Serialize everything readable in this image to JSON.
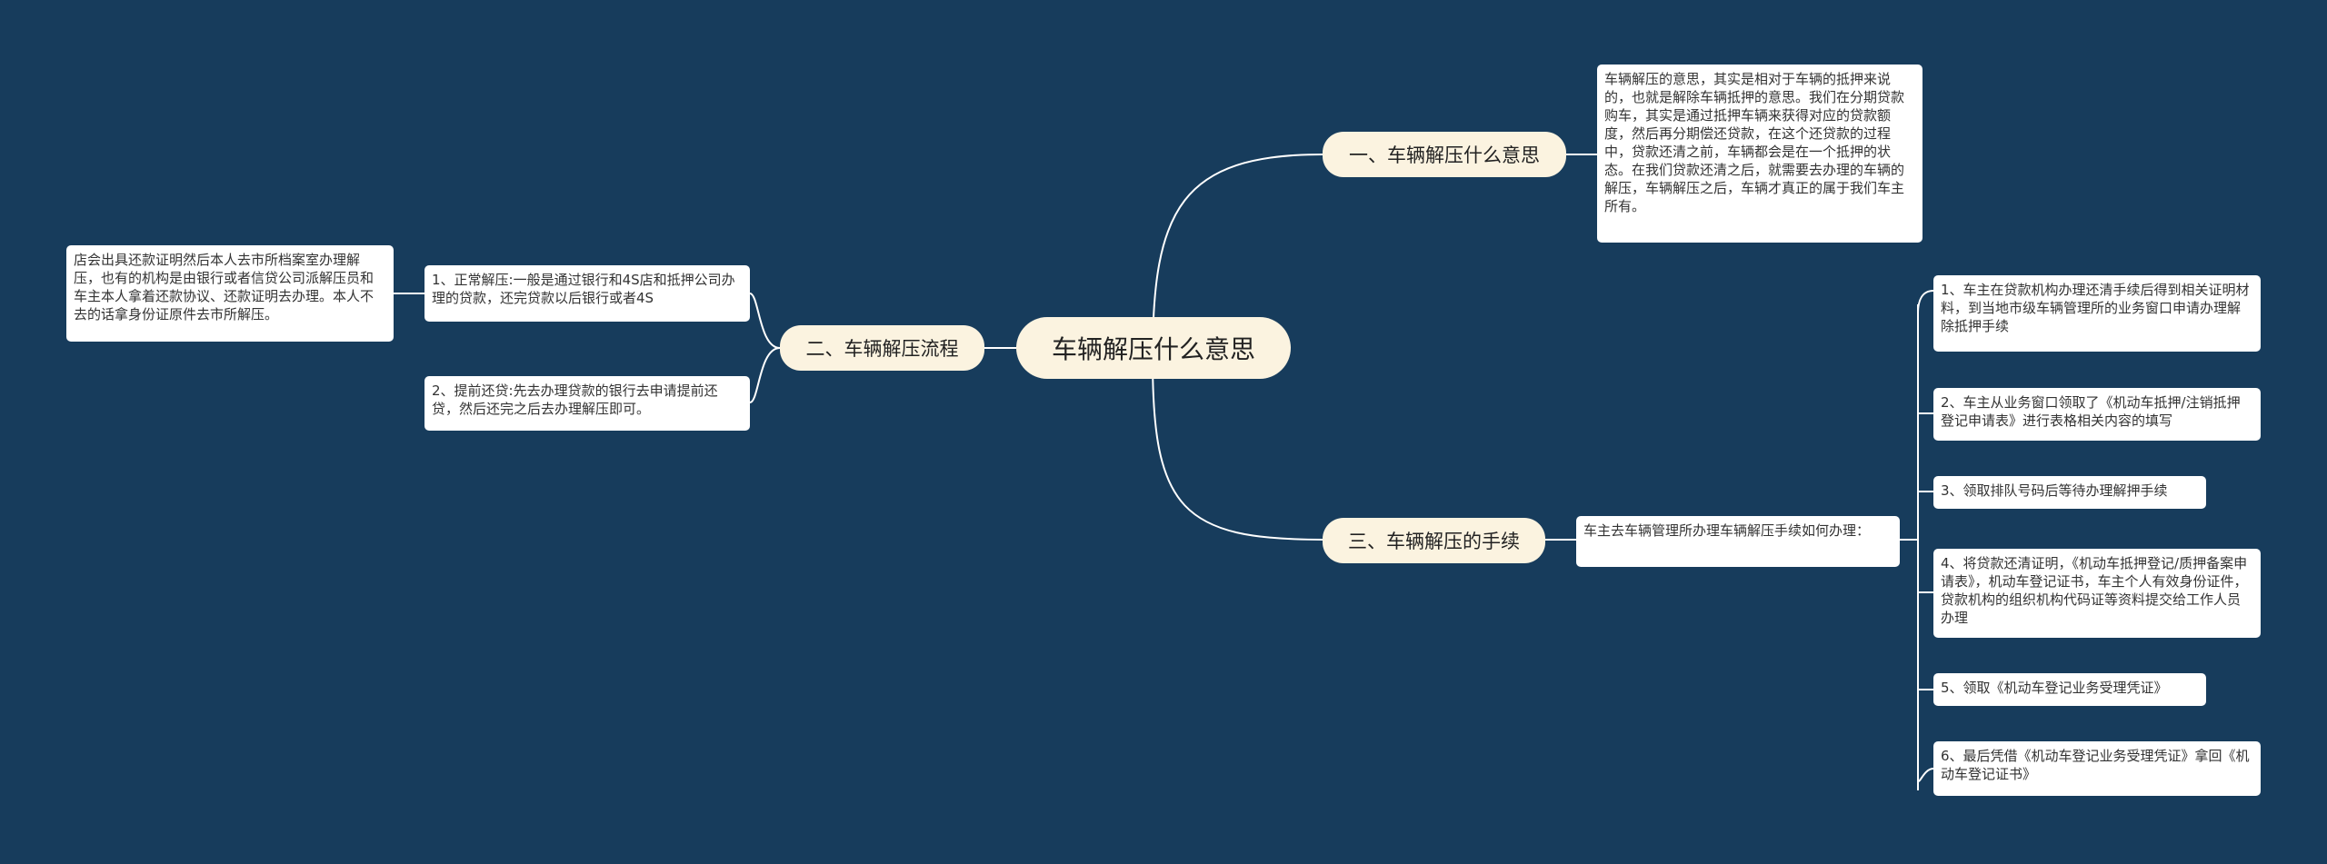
{
  "root": {
    "label": "车辆解压什么意思"
  },
  "branches": [
    {
      "label": "一、车辆解压什么意思",
      "children": [
        {
          "text": "车辆解压的意思，其实是相对于车辆的抵押来说的，也就是解除车辆抵押的意思。我们在分期贷款购车，其实是通过抵押车辆来获得对应的贷款额度，然后再分期偿还贷款，在这个还贷款的过程中，贷款还清之前，车辆都会是在一个抵押的状态。在我们贷款还清之后，就需要去办理的车辆的解压，车辆解压之后，车辆才真正的属于我们车主所有。"
        }
      ]
    },
    {
      "label": "二、车辆解压流程",
      "children": [
        {
          "text": "1、正常解压:一般是通过银行和4S店和抵押公司办理的贷款，还完贷款以后银行或者4S",
          "children": [
            {
              "text": "店会出具还款证明然后本人去市所档案室办理解压，也有的机构是由银行或者信贷公司派解压员和车主本人拿着还款协议、还款证明去办理。本人不去的话拿身份证原件去市所解压。"
            }
          ]
        },
        {
          "text": "2、提前还贷:先去办理贷款的银行去申请提前还贷，然后还完之后去办理解压即可。"
        }
      ]
    },
    {
      "label": "三、车辆解压的手续",
      "children": [
        {
          "text": "车主去车辆管理所办理车辆解压手续如何办理：",
          "children": [
            {
              "text": "1、车主在贷款机构办理还清手续后得到相关证明材料，到当地市级车辆管理所的业务窗口申请办理解除抵押手续"
            },
            {
              "text": "2、车主从业务窗口领取了《机动车抵押/注销抵押登记申请表》进行表格相关内容的填写"
            },
            {
              "text": "3、领取排队号码后等待办理解押手续"
            },
            {
              "text": "4、将贷款还清证明，《机动车抵押登记/质押备案申请表》，机动车登记证书，车主个人有效身份证件，贷款机构的组织机构代码证等资料提交给工作人员办理"
            },
            {
              "text": "5、领取《机动车登记业务受理凭证》"
            },
            {
              "text": "6、最后凭借《机动车登记业务受理凭证》拿回《机动车登记证书》"
            }
          ]
        }
      ]
    }
  ]
}
